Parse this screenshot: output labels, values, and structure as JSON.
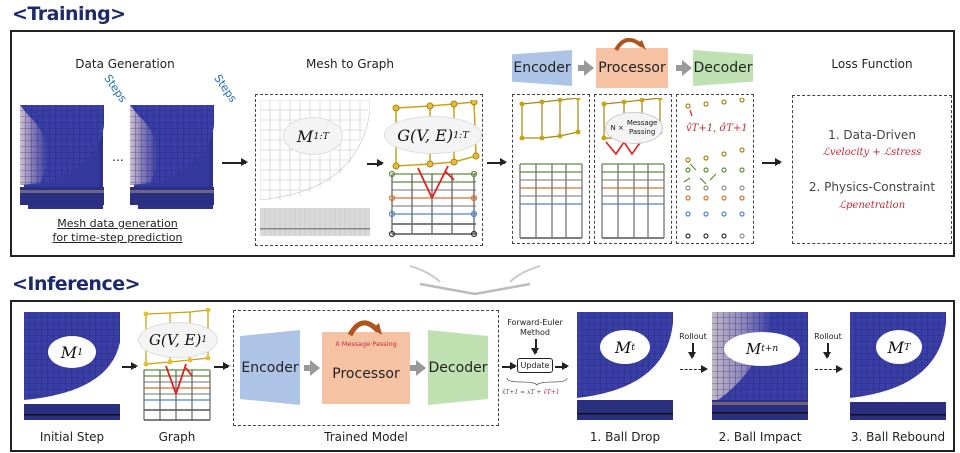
{
  "training": {
    "title": "<Training>",
    "data_generation": {
      "heading": "Data Generation",
      "steps_label": "Steps",
      "ellipsis": "...",
      "caption_line1": "Mesh data generation",
      "caption_line2": "for time-step prediction"
    },
    "mesh_to_graph": {
      "heading": "Mesh to Graph",
      "mesh_label_base": "M",
      "mesh_label_sup": "1:T",
      "graph_label_base": "G(V, E)",
      "graph_label_sup": "1:T"
    },
    "model": {
      "encoder": "Encoder",
      "processor": "Processor",
      "decoder": "Decoder",
      "message_passing_n": "N ×",
      "message_passing_text_line1": "Message",
      "message_passing_text_line2": "Passing",
      "decoder_output": "v̂T+1, σ̂T+1"
    },
    "loss": {
      "heading": "Loss Function",
      "item1": "1. Data-Driven",
      "item1_formula": "ℒvelocity + ℒstress",
      "item2": "2. Physics-Constraint",
      "item2_formula": "ℒpenetration"
    }
  },
  "inference": {
    "title": "<Inference>",
    "initial": {
      "label_base": "M",
      "label_sup": "1",
      "caption": "Initial Step"
    },
    "graph": {
      "label_base": "G(V, E)",
      "label_sup": "1",
      "caption": "Graph"
    },
    "trained_model": {
      "caption": "Trained Model",
      "encoder": "Encoder",
      "processor": "Processor",
      "decoder": "Decoder",
      "message_passing": "X Message Passing"
    },
    "update": {
      "method_line1": "Forward-Euler",
      "method_line2": "Method",
      "button": "Update",
      "formula_lhs": "x̂T+1 = xT + ",
      "formula_rhs": "v̂T+1"
    },
    "results": [
      {
        "label_base": "M",
        "label_sup": "t",
        "caption": "1. Ball Drop"
      },
      {
        "label_base": "M",
        "label_sup": "t+n",
        "caption": "2. Ball Impact"
      },
      {
        "label_base": "M",
        "label_sup": "T",
        "caption": "3. Ball Rebound"
      }
    ],
    "rollout_label": "Rollout"
  },
  "colors": {
    "title": "#1c2a6b",
    "mesh_blue": "#3a3fa8",
    "encoder": "#aec4e6",
    "processor": "#f6c2a4",
    "decoder": "#bfe0b1",
    "loss_red": "#c8283a",
    "graph_gold": "#c9a317",
    "graph_green": "#5d8f35",
    "graph_gray": "#8f8f8f",
    "graph_orange": "#d9722e",
    "graph_blue": "#4a86c8",
    "graph_black": "#333333"
  }
}
